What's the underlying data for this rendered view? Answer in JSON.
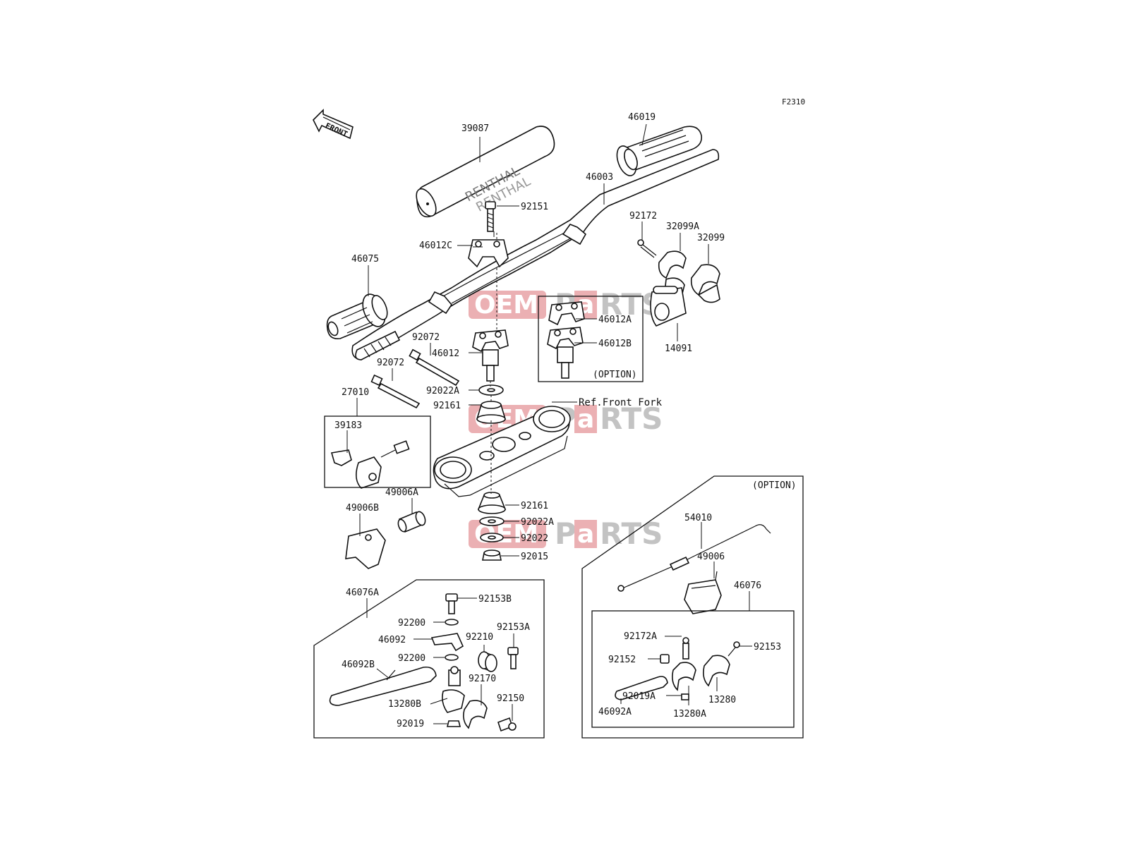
{
  "figure_code": "F2310",
  "front_label": "FRONT",
  "pad_text": "RENTHAL",
  "watermark": {
    "left": "OEM",
    "mid": "P",
    "red": "a",
    "right": "RTS",
    "color_red": "#e8a3a6",
    "color_grey": "#b9b9b9"
  },
  "ref_note": "Ref.Front Fork",
  "option_label": "(OPTION)",
  "labels": {
    "p39087": "39087",
    "p46019": "46019",
    "p46003": "46003",
    "p92151": "92151",
    "p46012C": "46012C",
    "p92172": "92172",
    "p32099A": "32099A",
    "p32099": "32099",
    "p46075": "46075",
    "p46012A": "46012A",
    "p46012B": "46012B",
    "p14091": "14091",
    "p92072a": "92072",
    "p92072b": "92072",
    "p46012": "46012",
    "p92022A": "92022A",
    "p92161a": "92161",
    "p27010": "27010",
    "p39183": "39183",
    "p49006A": "49006A",
    "p49006B": "49006B",
    "p92161b": "92161",
    "p92022Ab": "92022A",
    "p92022": "92022",
    "p92015": "92015",
    "p54010": "54010",
    "p49006": "49006",
    "p46076": "46076",
    "p46076A": "46076A",
    "p92153B": "92153B",
    "p92200a": "92200",
    "p46092": "46092",
    "p92210": "92210",
    "p92153A": "92153A",
    "p92200b": "92200",
    "p46092B": "46092B",
    "p92170": "92170",
    "p13280B": "13280B",
    "p92150": "92150",
    "p92019": "92019",
    "p92172A": "92172A",
    "p92153": "92153",
    "p92152": "92152",
    "p92019A": "92019A",
    "p13280": "13280",
    "p46092A": "46092A",
    "p13280A": "13280A"
  }
}
